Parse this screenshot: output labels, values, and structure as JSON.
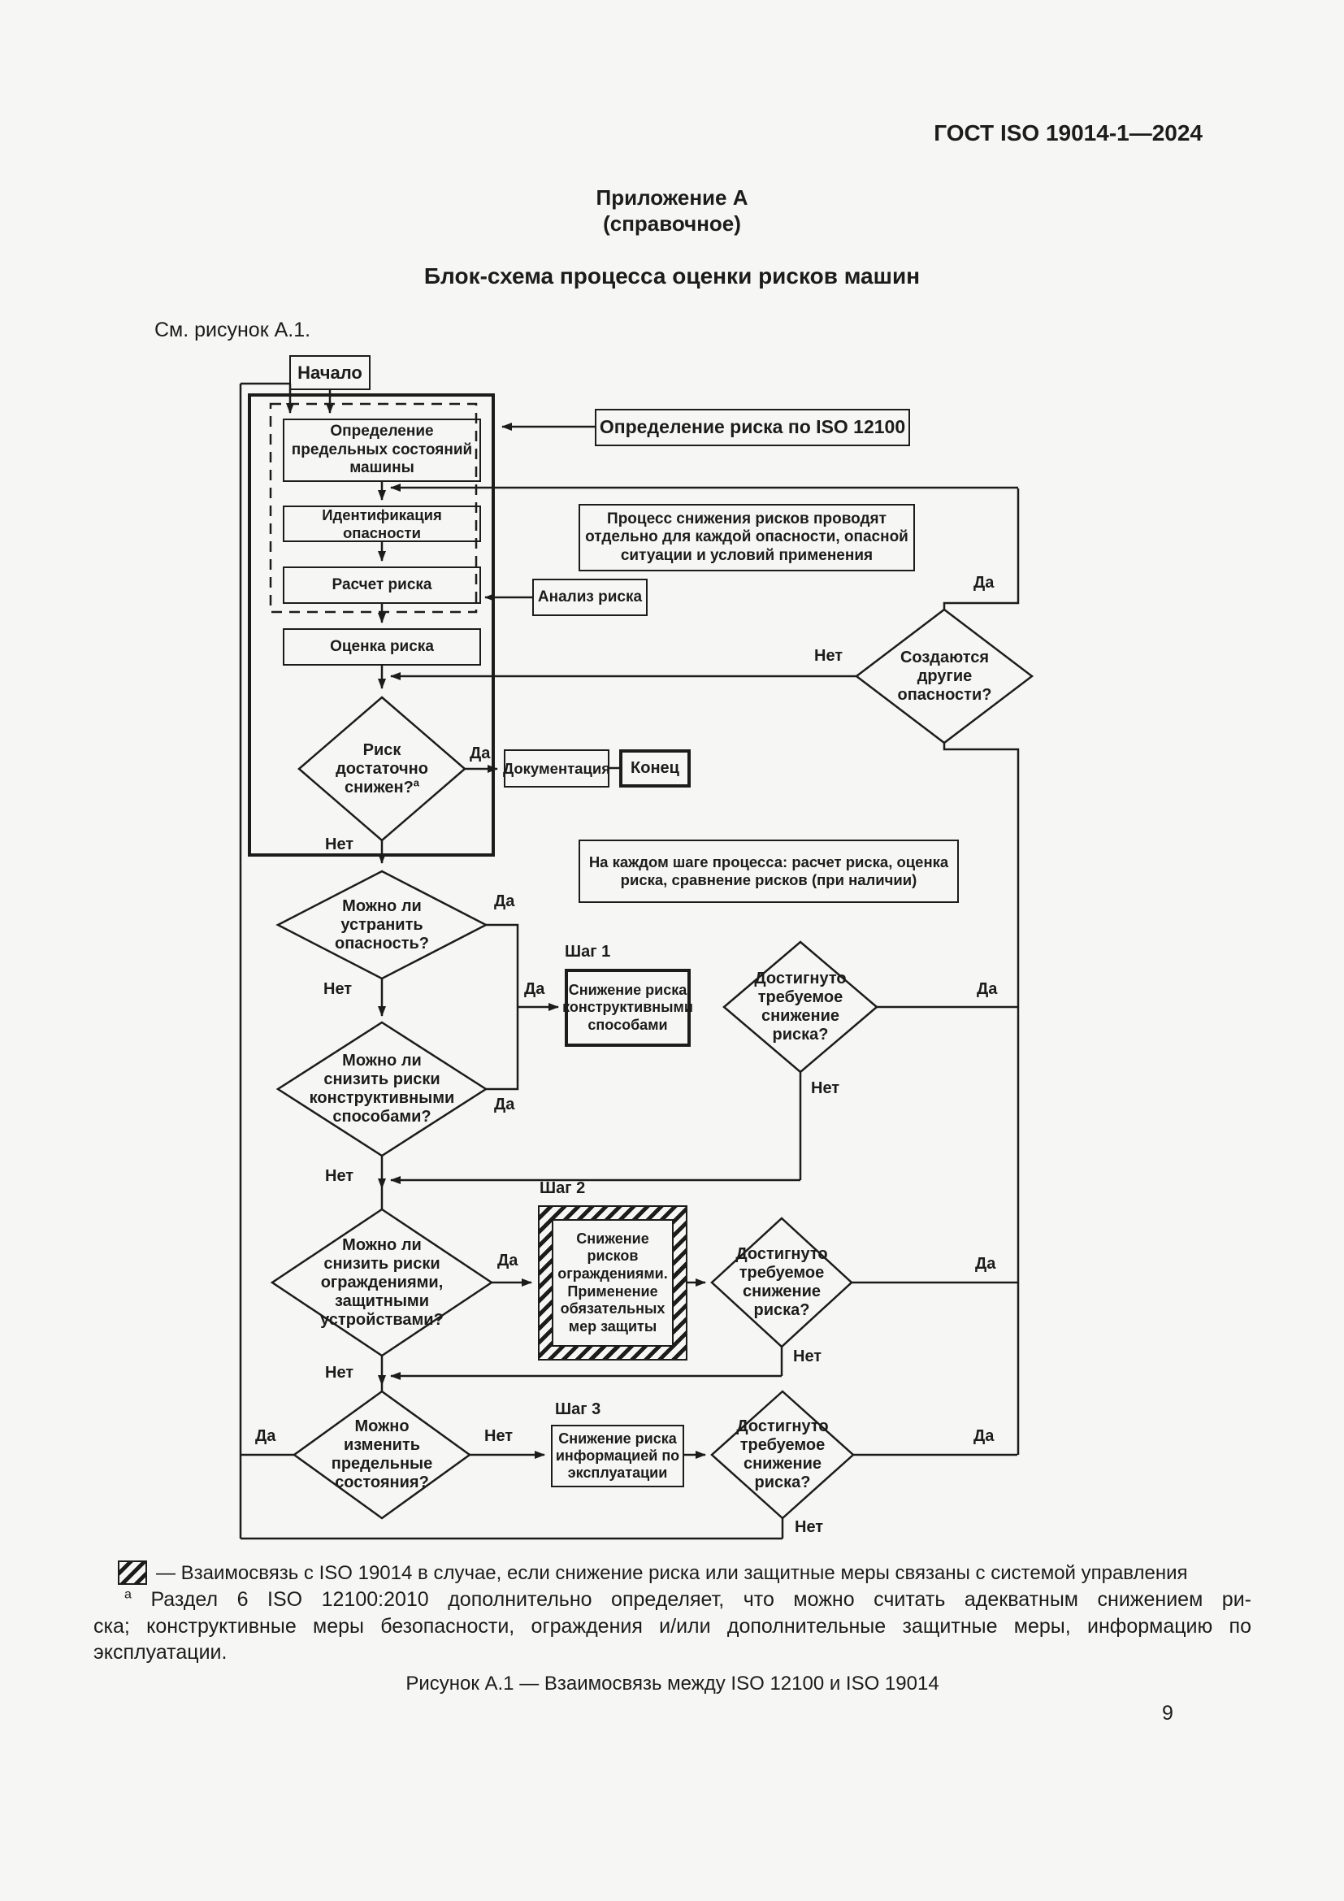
{
  "page": {
    "code": "ГОСТ ISO 19014-1—2024",
    "appendix": "Приложение А",
    "appendix_note": "(справочное)",
    "title": "Блок-схема процесса оценки рисков машин",
    "see": "См. рисунок А.1.",
    "caption": "Рисунок А.1 — Взаимосвязь между ISO 12100 и ISO 19014",
    "page_number": "9"
  },
  "flowchart": {
    "nodes": {
      "start": "Начало",
      "limits_det": "Определение предельных состояний машины",
      "hazard_id": "Идентификация опасности",
      "risk_calc": "Расчет риска",
      "risk_eval": "Оценка риска",
      "analysis": "Анализ риска",
      "iso12100": "Определение риска по ISO 12100",
      "process_note": "Процесс снижения рисков проводят отдельно для каждой опасности, опасной ситуации и условий применения",
      "step_note": "На каждом шаге процесса: расчет риска, оценка риска, сравнение рисков (при наличии)",
      "documentation": "Документация",
      "end": "Конец",
      "step1_label": "Шаг 1",
      "step1": "Снижение риска конструктивными способами",
      "step2_label": "Шаг 2",
      "step2": "Снижение рисков ограждениями. Применение обязательных мер защиты",
      "step3_label": "Шаг 3",
      "step3": "Снижение риска информацией по эксплуатации"
    },
    "decisions": {
      "risk_reduced": "Риск достаточно снижен?",
      "risk_reduced_sup": "a",
      "other_hazards": "Создаются другие опасности?",
      "eliminate": "Можно ли устранить опасность?",
      "design": "Можно ли снизить риски конструктивными способами?",
      "guard": "Можно ли снизить риски ограждениями, защитными устройствами?",
      "limits_change": "Можно изменить предельные состояния?",
      "achieved": "Достигнуто требуемое снижение риска?"
    },
    "labels": {
      "yes": "Да",
      "no": "Нет"
    }
  },
  "legend": {
    "text": "— Взаимосвязь с ISO 19014 в случае, если снижение риска или защитные меры связаны с системой управления"
  },
  "footnote": {
    "marker": "a",
    "line1": "Раздел 6 ISO 12100:2010 дополнительно определяет, что можно считать адекватным снижением ри-",
    "line2": "ска; конструктивные меры безопасности, ограждения и/или дополнительные защитные меры, информацию по",
    "line3": "эксплуатации."
  }
}
